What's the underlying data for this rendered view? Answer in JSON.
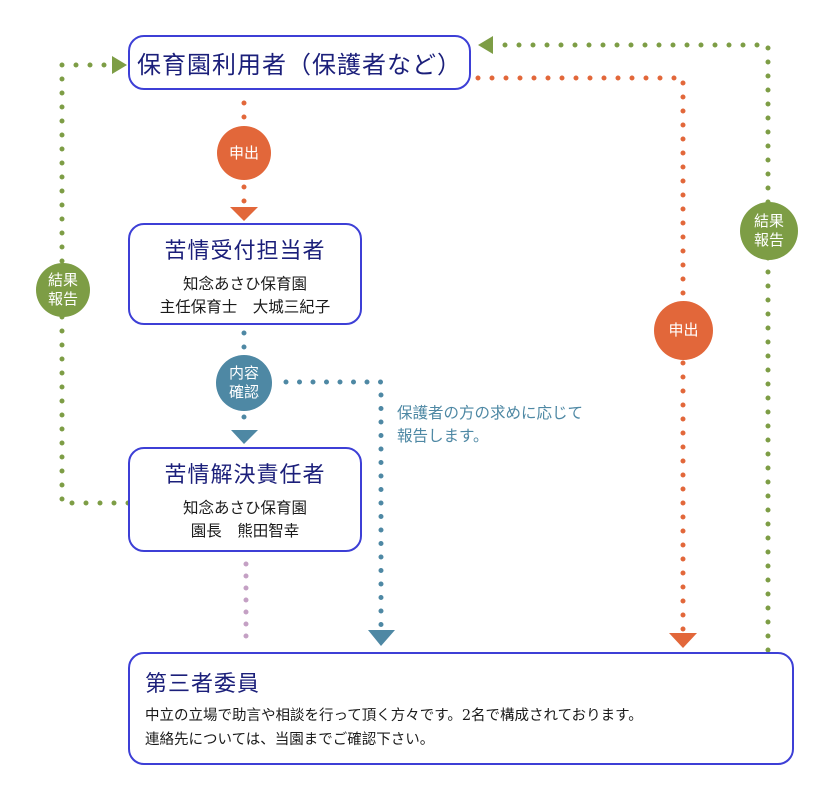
{
  "diagram": {
    "title": "苦情解決の流れ",
    "colors": {
      "box_border": "#3d3fd6",
      "title_text": "#1b1f7a",
      "complaint_flow": "#e2673a",
      "report_flow": "#7d9d45",
      "confirm_flow": "#4e88a4",
      "resolver_to_third_flow": "#c4a0c4"
    },
    "nodes": {
      "user": {
        "title": "保育園利用者（保護者など）"
      },
      "receiver": {
        "title": "苦情受付担当者",
        "line1": "知念あさひ保育園",
        "line2": "主任保育士　大城三紀子"
      },
      "resolver": {
        "title": "苦情解決責任者",
        "line1": "知念あさひ保育園",
        "line2": "園長　熊田智幸"
      },
      "third_party": {
        "title": "第三者委員",
        "line1": "中立の立場で助言や相談を行って頂く方々です。2名で構成されております。",
        "line2": "連絡先については、当園までご確認下さい。"
      }
    },
    "badges": {
      "submit_main": {
        "line1": "申出"
      },
      "submit_third": {
        "line1": "申出"
      },
      "report_left": {
        "line1": "結果",
        "line2": "報告"
      },
      "report_right": {
        "line1": "結果",
        "line2": "報告"
      },
      "confirm": {
        "line1": "内容",
        "line2": "確認"
      }
    },
    "note": {
      "line1": "保護者の方の求めに応じて",
      "line2": "報告します。"
    }
  }
}
